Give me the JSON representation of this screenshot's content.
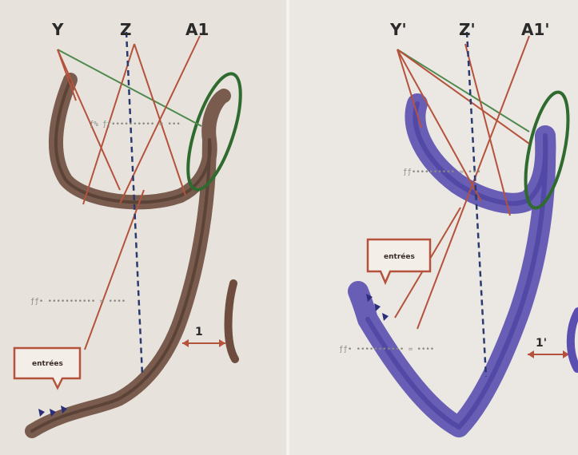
{
  "colors": {
    "background": "#e8e4dd",
    "stroke_brown": "#6b4a3c",
    "stroke_purple": "#5a4fb0",
    "line_red": "#b5523c",
    "line_green": "#4f8a4f",
    "ellipse_green": "#2f6b2f",
    "dash_navy": "#2b3a6e"
  },
  "left": {
    "label_y": "Y",
    "label_z": "Z",
    "label_a1": "A1",
    "label_gap": "1",
    "box_text": "entrées"
  },
  "right": {
    "label_y": "Y'",
    "label_z": "Z'",
    "label_a1": "A1'",
    "label_gap": "1'",
    "box_text": "entrées"
  }
}
